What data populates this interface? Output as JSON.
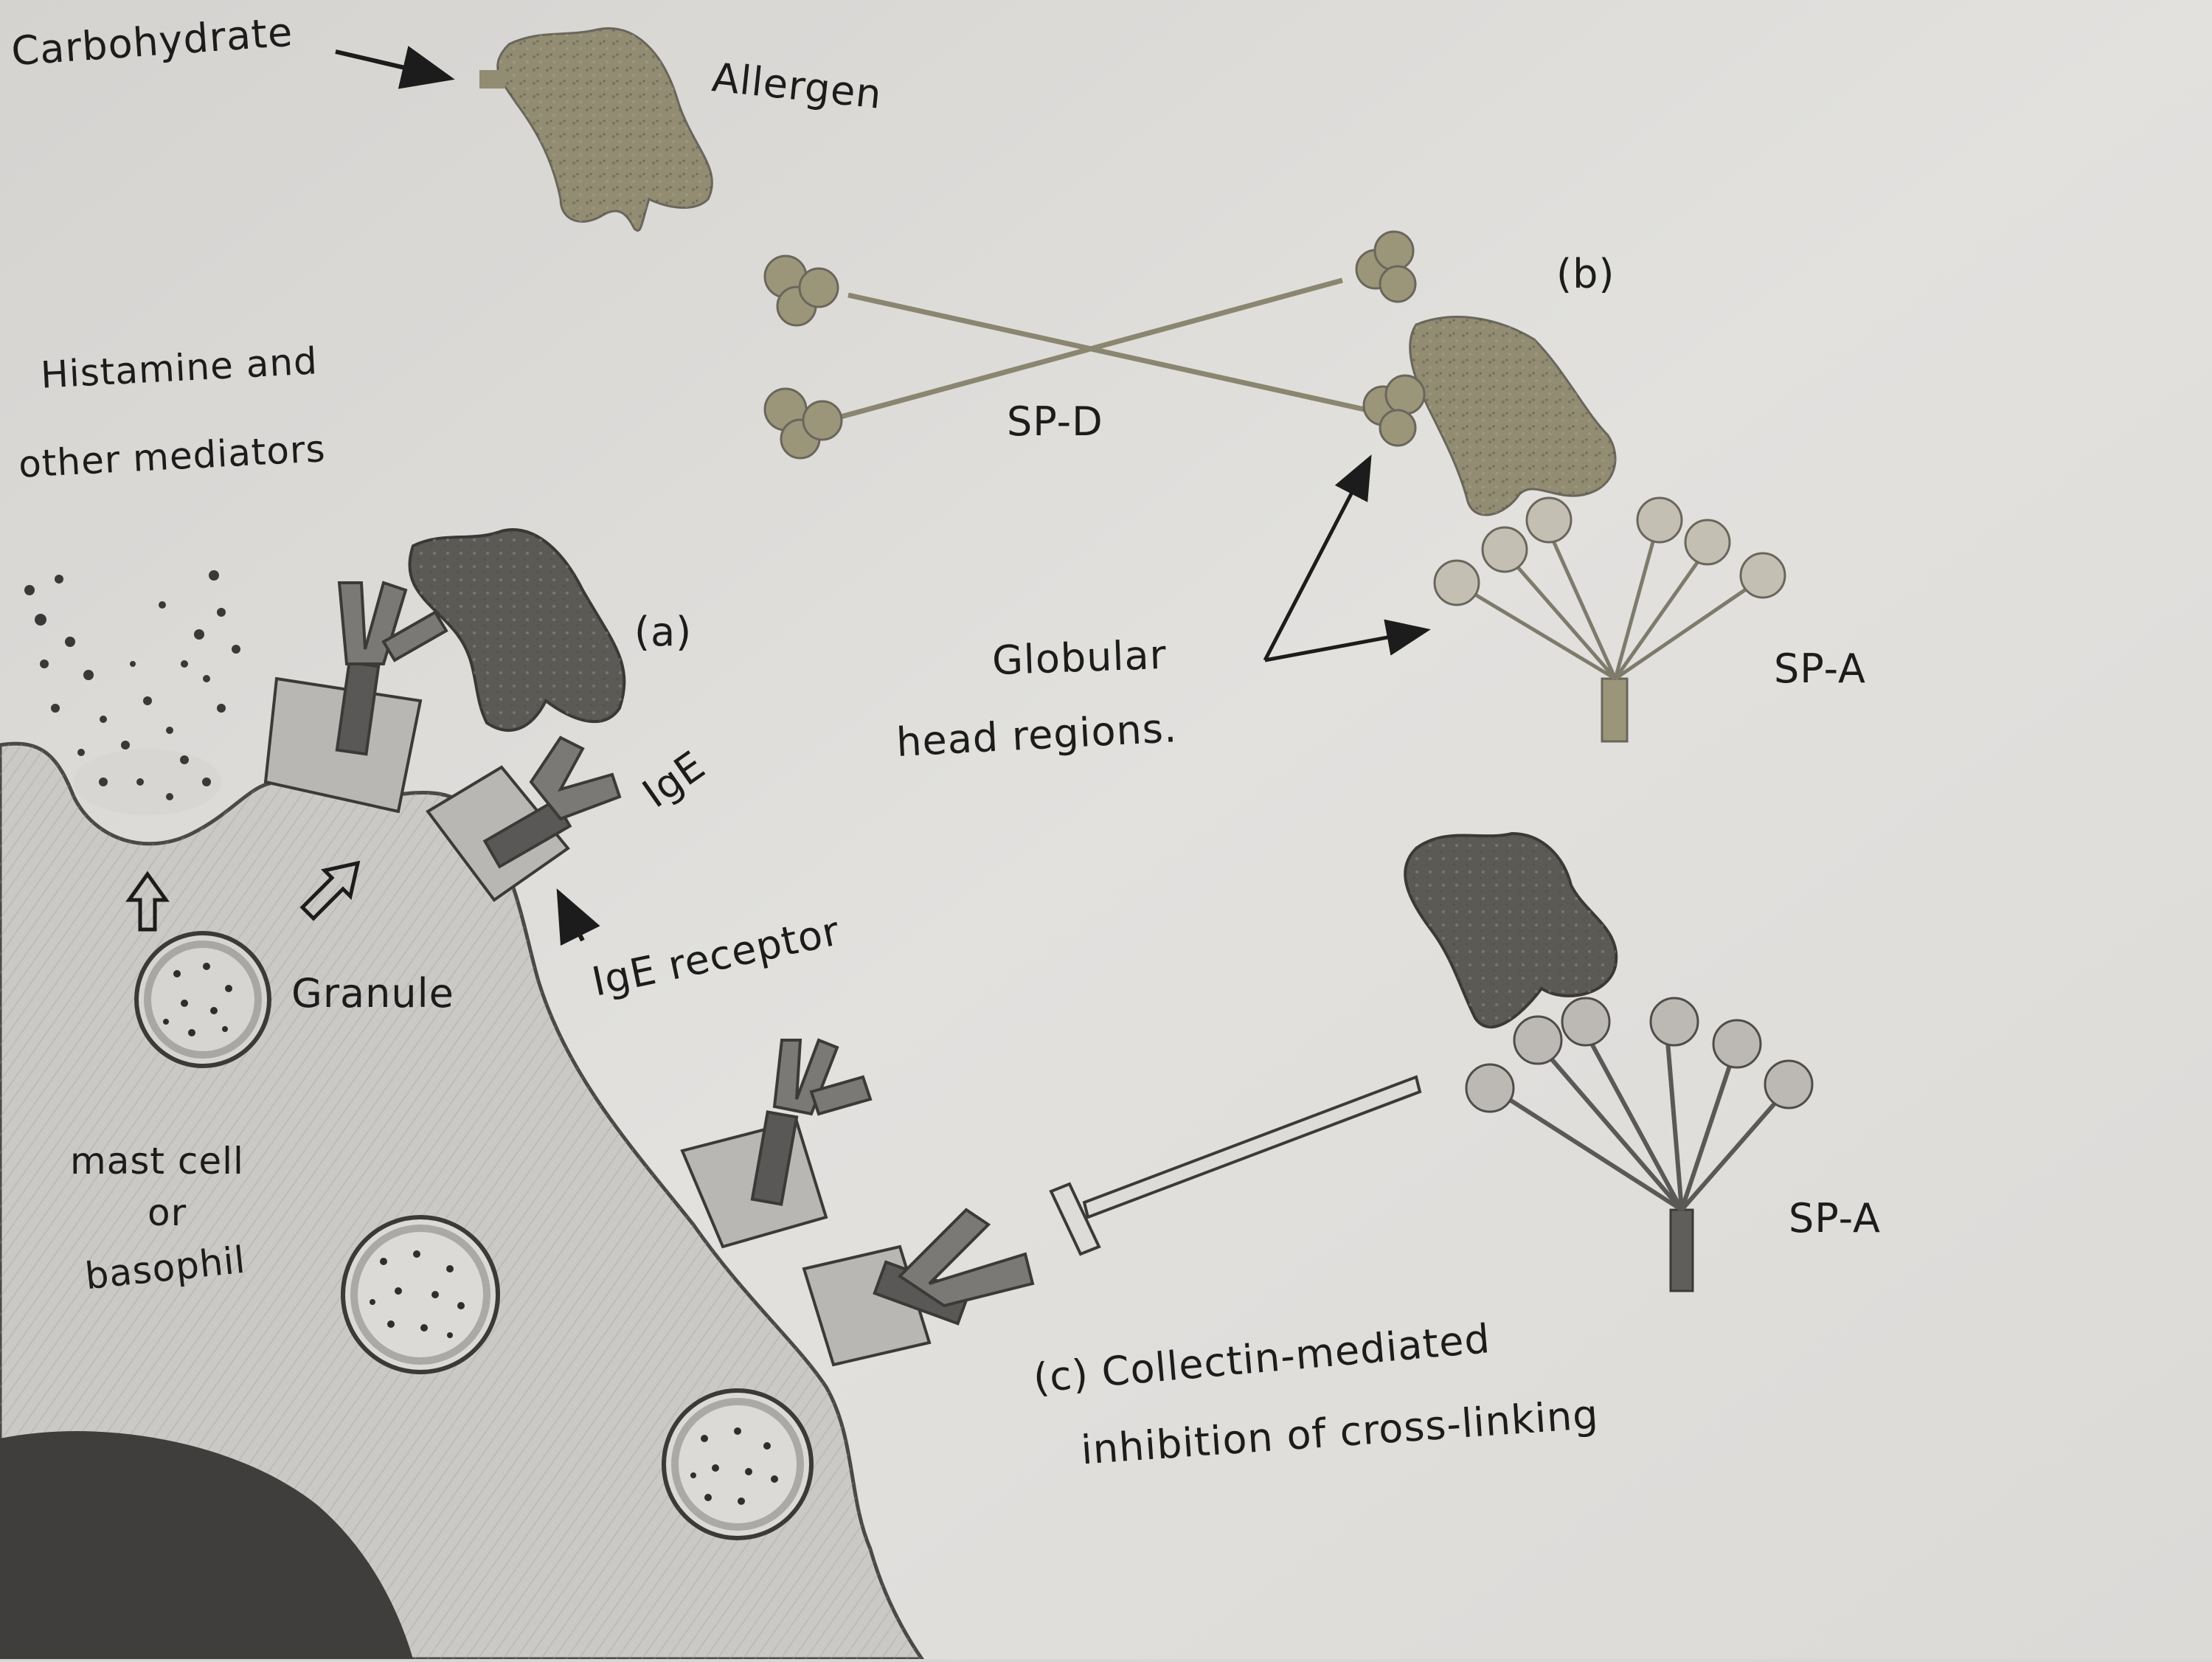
{
  "labels": {
    "carbohydrate": "Carbohydrate",
    "allergen": "Allergen",
    "b": "(b)",
    "sp_d": "SP-D",
    "histamine_line1": "Histamine and",
    "histamine_line2": "other mediators",
    "a": "(a)",
    "globular_line1": "Globular",
    "globular_line2": "head regions.",
    "sp_a_top": "SP-A",
    "ige": "IgE",
    "ige_receptor": "IgE receptor",
    "granule": "Granule",
    "mast_line1": "mast cell",
    "mast_line2": "or",
    "mast_line3": "basophil",
    "sp_a_bottom": "SP-A",
    "c_line1": "(c) Collectin-mediated",
    "c_line2": "inhibition of cross-linking"
  },
  "colors": {
    "paper": "#d9d7d4",
    "cell_fill": "#cac8c5",
    "allergen_gold": "#8f8a70",
    "allergen_dark": "#6a665c",
    "graphite": "#6f6e6b",
    "ink": "#1c1c1c"
  }
}
